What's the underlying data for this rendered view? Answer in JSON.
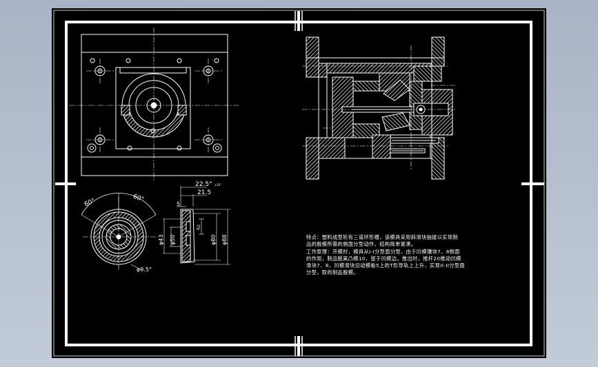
{
  "drawing": {
    "colors": {
      "background": "#000000",
      "line": "#ffffff",
      "outside": "#b7c0cf"
    },
    "top_view": {},
    "section_view": {},
    "part_view": {
      "angle_left": "60°",
      "angle_right": "60°",
      "dim_phi_small": "φ9.5°",
      "dim_top": "22.5°",
      "dim_top_suffix": "±10'",
      "dim_top2": "21.5",
      "dim_s": "5",
      "dim_phi43": "φ43",
      "dim_phi50": "φ50",
      "dim_r2": "R2",
      "dim_phi80": "φ80",
      "dim_phi88": "φ88"
    },
    "notes": [
      "特点：塑料成型轮有三道环形槽，该模具采用斜滑块抽拔以实现制",
      "品的脱模所需的侧面分型动作，结构简单紧凑。",
      "工作原理：开模时，模具从I-I分型面分型，由于凹模镶块7，8侧面",
      "的作用，制品脱离凸模10，留于凹模边。推出时，推杆20推动凹模",
      "滑块7，8，凹模滑块沿动模板5上的T形导轨上上升，实现II-II分型面",
      "分型，取的制品脱模。"
    ]
  }
}
